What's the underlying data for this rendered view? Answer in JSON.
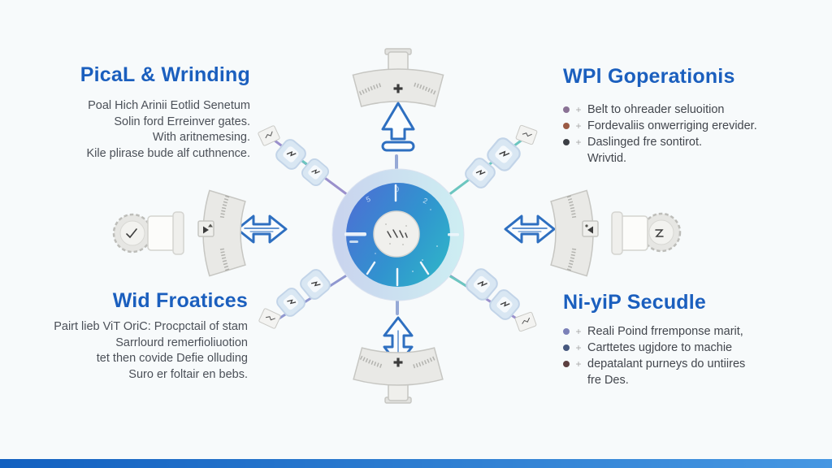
{
  "page": {
    "background": "#f7fafb",
    "bottom_bar_gradient": [
      "#1260c0",
      "#4697e2"
    ]
  },
  "colors": {
    "heading_blue": "#1b5fbe",
    "body_text": "#4b5058",
    "arrow_outline": "#2e6fc0",
    "ring_gradient": [
      "#c9d3ee",
      "#cdeef2"
    ],
    "dial_gradient": [
      "#4b71d4",
      "#2fb3c9"
    ],
    "node_fill": "#d9e7f3",
    "node_border": "#c2d4e8",
    "connector_purple": "#9a90cc",
    "connector_teal": "#6cc6c0",
    "stamp_gray": "#e9e9e6"
  },
  "bullet_marker": "+",
  "sections": {
    "top_left": {
      "heading": "PicaL & Wrinding",
      "lines": [
        "Poal Hich Arinii Eotlid Senetum",
        "Solin ford Erreinver gates.",
        "With aritnemesing.",
        "Kile plirase bude alf cuthnence."
      ]
    },
    "top_right": {
      "heading": "WPl Goperationis",
      "bullets": [
        {
          "color": "#8a7295",
          "text": "Belt to ohreader seluoition"
        },
        {
          "color": "#9a5a44",
          "text": "Fordevaliis onwerriging erevider."
        },
        {
          "color": "#3c3f45",
          "text": "Daslinged fre sontirot.",
          "text2": "Wrivtid."
        }
      ]
    },
    "bottom_left": {
      "heading": "Wid Froatices",
      "lines": [
        "Pairt lieb ViT OriC: Procpctail of stam",
        "Sarrlourd remerfioliuotion",
        "tet then covide Defie olluding",
        "Suro er foltair en bebs."
      ]
    },
    "bottom_right": {
      "heading": "Ni-yiP Secudle",
      "bullets": [
        {
          "color": "#7b80b8",
          "text": "Reali Poind frremponse marit,"
        },
        {
          "color": "#46587e",
          "text": "Carttetes ugjdore to machie"
        },
        {
          "color": "#5c4040",
          "text": "depatalant purneys do untiires",
          "text2": "fre Des."
        }
      ]
    }
  },
  "diagram": {
    "center": "gauge-dial",
    "icons": [
      "up-arrow-icon",
      "vertical-double-arrow-icon",
      "horizontal-double-arrow-icon-left",
      "horizontal-double-arrow-icon-right",
      "arc-stamp-top-icon",
      "arc-stamp-bottom-icon",
      "arc-stamp-left-icon",
      "arc-stamp-right-icon",
      "stamp-handle-left-icon",
      "stamp-handle-right-icon",
      "node-chain-top-left",
      "node-chain-top-right",
      "node-chain-bottom-left",
      "node-chain-bottom-right"
    ]
  }
}
